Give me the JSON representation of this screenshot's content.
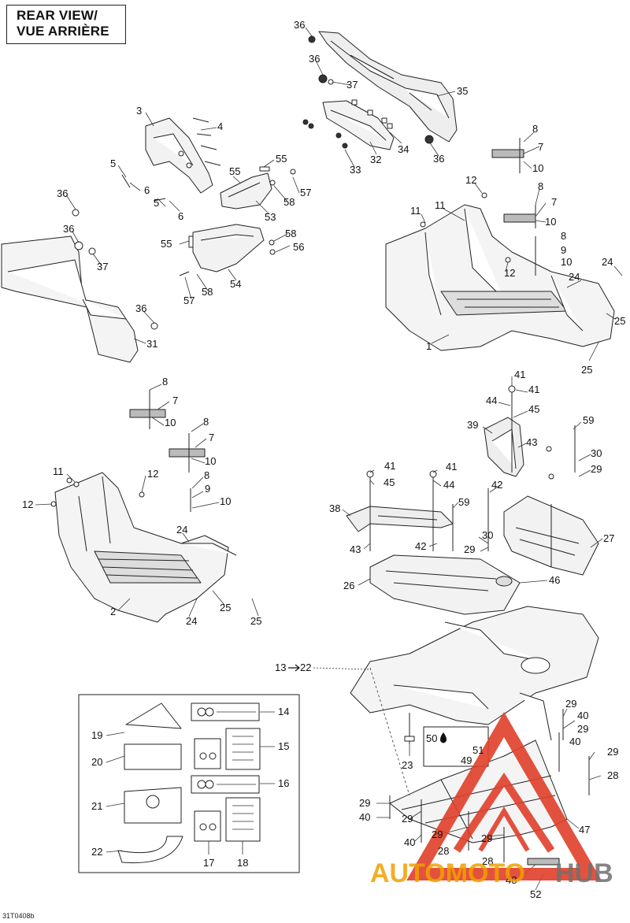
{
  "title": {
    "line1": "REAR VIEW/",
    "line2": "VUE ARRIÈRE"
  },
  "drawing_code": "31T0408b",
  "watermark": {
    "text_a": "AUTOMOTO",
    "text_b": "HUB",
    "colors": {
      "triangle": "#e0402a",
      "auto": "#f0a000",
      "hub": "#707070"
    }
  },
  "callouts": [
    {
      "id": "c36a",
      "text": "36"
    },
    {
      "id": "c36b",
      "text": "36"
    },
    {
      "id": "c37a",
      "text": "37"
    },
    {
      "id": "c35",
      "text": "35"
    },
    {
      "id": "c32",
      "text": "32"
    },
    {
      "id": "c34",
      "text": "34"
    },
    {
      "id": "c33",
      "text": "33"
    },
    {
      "id": "c36c",
      "text": "36"
    },
    {
      "id": "c3",
      "text": "3"
    },
    {
      "id": "c4",
      "text": "4"
    },
    {
      "id": "c5a",
      "text": "5"
    },
    {
      "id": "c6a",
      "text": "6"
    },
    {
      "id": "c5b",
      "text": "5"
    },
    {
      "id": "c6b",
      "text": "6"
    },
    {
      "id": "c55a",
      "text": "55"
    },
    {
      "id": "c55b",
      "text": "55"
    },
    {
      "id": "c57a",
      "text": "57"
    },
    {
      "id": "c58a",
      "text": "58"
    },
    {
      "id": "c53",
      "text": "53"
    },
    {
      "id": "c55c",
      "text": "55"
    },
    {
      "id": "c58b",
      "text": "58"
    },
    {
      "id": "c56",
      "text": "56"
    },
    {
      "id": "c54",
      "text": "54"
    },
    {
      "id": "c57b",
      "text": "57"
    },
    {
      "id": "c58c",
      "text": "58"
    },
    {
      "id": "c36d",
      "text": "36"
    },
    {
      "id": "c36e",
      "text": "36"
    },
    {
      "id": "c37b",
      "text": "37"
    },
    {
      "id": "c36f",
      "text": "36"
    },
    {
      "id": "c31",
      "text": "31"
    },
    {
      "id": "c8a",
      "text": "8"
    },
    {
      "id": "c7a",
      "text": "7"
    },
    {
      "id": "c10a",
      "text": "10"
    },
    {
      "id": "c12a",
      "text": "12"
    },
    {
      "id": "c11a",
      "text": "11"
    },
    {
      "id": "c11b",
      "text": "11"
    },
    {
      "id": "c8b",
      "text": "8"
    },
    {
      "id": "c7b",
      "text": "7"
    },
    {
      "id": "c10b",
      "text": "10"
    },
    {
      "id": "c8c",
      "text": "8"
    },
    {
      "id": "c9a",
      "text": "9"
    },
    {
      "id": "c10c",
      "text": "10"
    },
    {
      "id": "c12b",
      "text": "12"
    },
    {
      "id": "c24a",
      "text": "24"
    },
    {
      "id": "c24b",
      "text": "24"
    },
    {
      "id": "c25a",
      "text": "25"
    },
    {
      "id": "c1",
      "text": "1"
    },
    {
      "id": "c25b",
      "text": "25"
    },
    {
      "id": "c8d",
      "text": "8"
    },
    {
      "id": "c7c",
      "text": "7"
    },
    {
      "id": "c10d",
      "text": "10"
    },
    {
      "id": "c8e",
      "text": "8"
    },
    {
      "id": "c7d",
      "text": "7"
    },
    {
      "id": "c10e",
      "text": "10"
    },
    {
      "id": "c11c",
      "text": "11"
    },
    {
      "id": "c12c",
      "text": "12"
    },
    {
      "id": "c12d",
      "text": "12"
    },
    {
      "id": "c8f",
      "text": "8"
    },
    {
      "id": "c9b",
      "text": "9"
    },
    {
      "id": "c10f",
      "text": "10"
    },
    {
      "id": "c24c",
      "text": "24"
    },
    {
      "id": "c2",
      "text": "2"
    },
    {
      "id": "c25c",
      "text": "25"
    },
    {
      "id": "c24d",
      "text": "24"
    },
    {
      "id": "c25d",
      "text": "25"
    },
    {
      "id": "c41a",
      "text": "41"
    },
    {
      "id": "c41b",
      "text": "41"
    },
    {
      "id": "c44a",
      "text": "44"
    },
    {
      "id": "c45a",
      "text": "45"
    },
    {
      "id": "c39",
      "text": "39"
    },
    {
      "id": "c43a",
      "text": "43"
    },
    {
      "id": "c59a",
      "text": "59"
    },
    {
      "id": "c30a",
      "text": "30"
    },
    {
      "id": "c29a",
      "text": "29"
    },
    {
      "id": "c41c",
      "text": "41"
    },
    {
      "id": "c45b",
      "text": "45"
    },
    {
      "id": "c41d",
      "text": "41"
    },
    {
      "id": "c44b",
      "text": "44"
    },
    {
      "id": "c42a",
      "text": "42"
    },
    {
      "id": "c59b",
      "text": "59"
    },
    {
      "id": "c38",
      "text": "38"
    },
    {
      "id": "c30b",
      "text": "30"
    },
    {
      "id": "c27",
      "text": "27"
    },
    {
      "id": "c43b",
      "text": "43"
    },
    {
      "id": "c42b",
      "text": "42"
    },
    {
      "id": "c29b",
      "text": "29"
    },
    {
      "id": "c26",
      "text": "26"
    },
    {
      "id": "c46",
      "text": "46"
    },
    {
      "id": "c13",
      "text": "13"
    },
    {
      "id": "c22a",
      "text": "22"
    },
    {
      "id": "c14",
      "text": "14"
    },
    {
      "id": "c19",
      "text": "19"
    },
    {
      "id": "c15",
      "text": "15"
    },
    {
      "id": "c20",
      "text": "20"
    },
    {
      "id": "c16",
      "text": "16"
    },
    {
      "id": "c21",
      "text": "21"
    },
    {
      "id": "c22b",
      "text": "22"
    },
    {
      "id": "c17",
      "text": "17"
    },
    {
      "id": "c18",
      "text": "18"
    },
    {
      "id": "c29c",
      "text": "29"
    },
    {
      "id": "c40a",
      "text": "40"
    },
    {
      "id": "c29d",
      "text": "29"
    },
    {
      "id": "c40b",
      "text": "40"
    },
    {
      "id": "c29e",
      "text": "29"
    },
    {
      "id": "c28a",
      "text": "28"
    },
    {
      "id": "c50",
      "text": "50"
    },
    {
      "id": "c51",
      "text": "51"
    },
    {
      "id": "c49",
      "text": "49"
    },
    {
      "id": "c23",
      "text": "23"
    },
    {
      "id": "c29f",
      "text": "29"
    },
    {
      "id": "c40c",
      "text": "40"
    },
    {
      "id": "c29g",
      "text": "29"
    },
    {
      "id": "c40d",
      "text": "40"
    },
    {
      "id": "c29h",
      "text": "29"
    },
    {
      "id": "c28b",
      "text": "28"
    },
    {
      "id": "c29i",
      "text": "29"
    },
    {
      "id": "c28c",
      "text": "28"
    },
    {
      "id": "c47",
      "text": "47"
    },
    {
      "id": "c48",
      "text": "48"
    },
    {
      "id": "c52",
      "text": "52"
    }
  ]
}
